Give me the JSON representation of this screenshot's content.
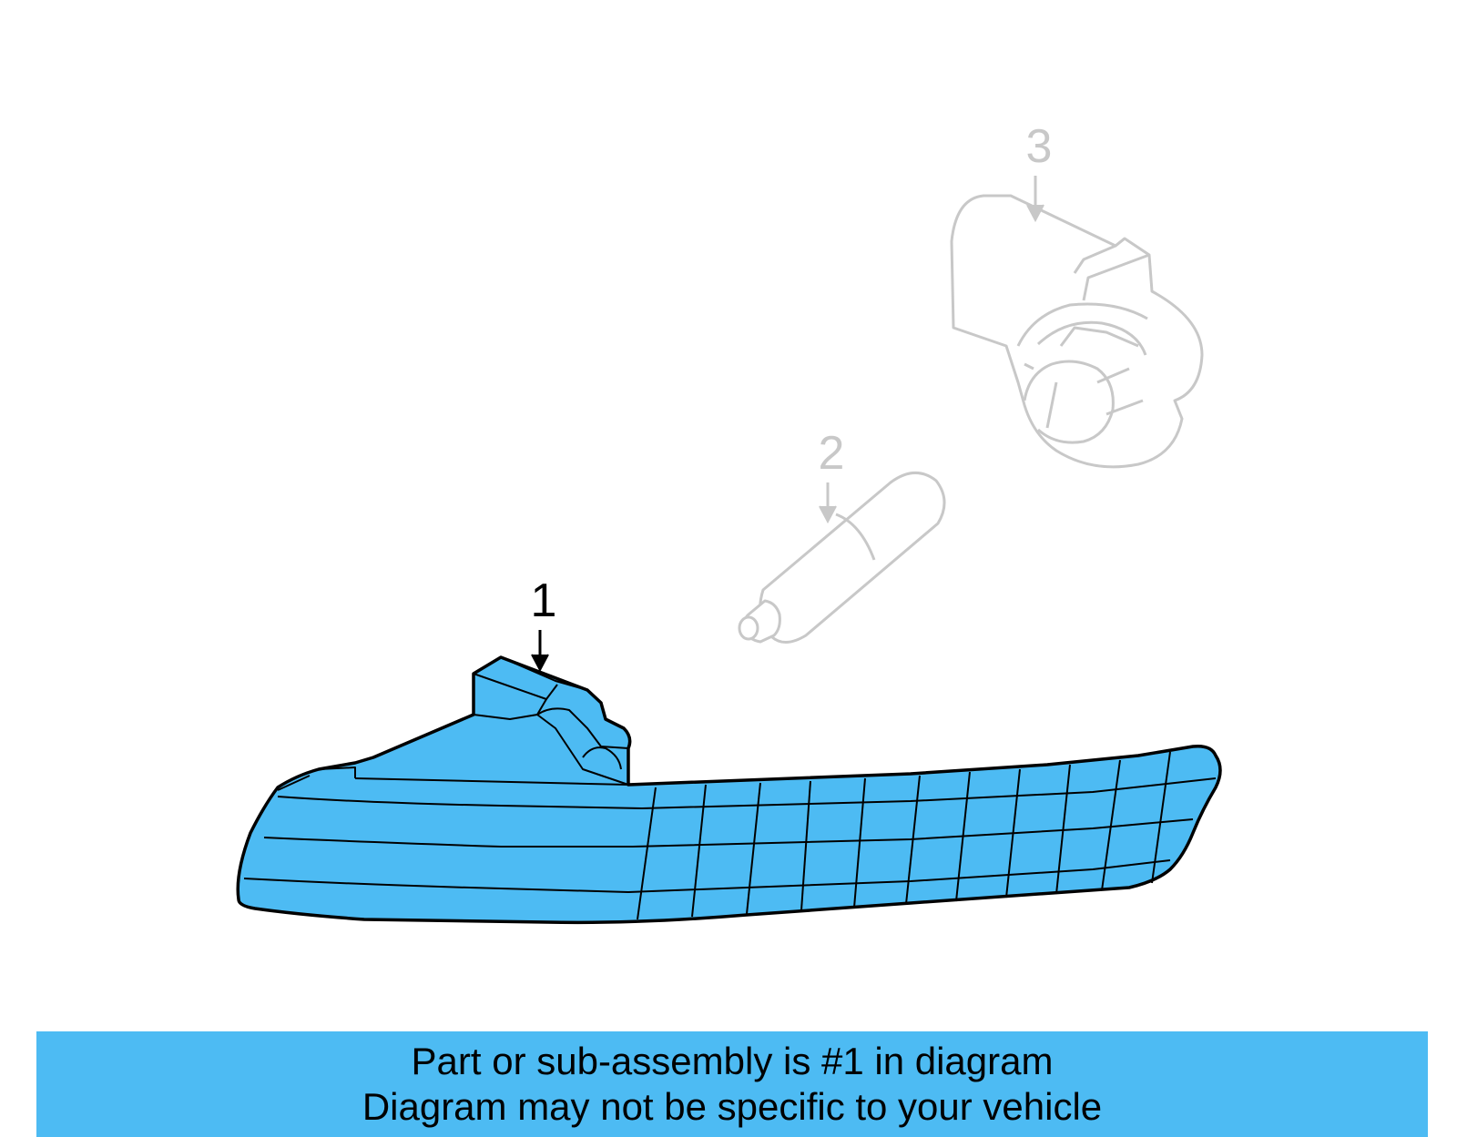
{
  "diagram": {
    "callouts": [
      {
        "number": "1",
        "highlighted": true
      },
      {
        "number": "2",
        "highlighted": false
      },
      {
        "number": "3",
        "highlighted": false
      }
    ]
  },
  "caption": {
    "line1": "Part or sub-assembly is #1 in diagram",
    "line2": "Diagram may not be specific to your vehicle"
  },
  "colors": {
    "highlight": "#4dbbf3",
    "outline": "#000000",
    "faded": "#c8c8c8"
  }
}
